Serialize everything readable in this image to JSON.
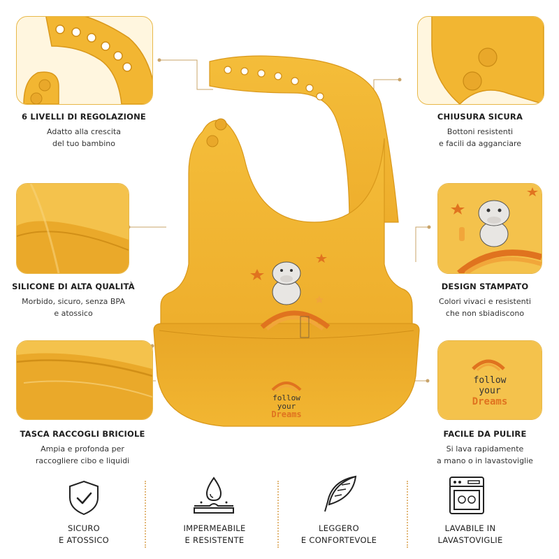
{
  "features": [
    {
      "id": "adjust",
      "title": "6 LIVELLI DI REGOLAZIONE",
      "lines": [
        "Adatto alla crescita",
        "del tuo bambino"
      ]
    },
    {
      "id": "closure",
      "title": "CHIUSURA SICURA",
      "lines": [
        "Bottoni resistenti",
        "e facili da agganciare"
      ]
    },
    {
      "id": "silicone",
      "title": "SILICONE DI ALTA QUALITÀ",
      "lines": [
        "Morbido, sicuro, senza BPA",
        "e atossico"
      ]
    },
    {
      "id": "design",
      "title": "DESIGN STAMPATO",
      "lines": [
        "Colori vivaci e resistenti",
        "che non sbiadiscono"
      ]
    },
    {
      "id": "pocket",
      "title": "TASCA RACCOGLI BRICIOLE",
      "lines": [
        "Ampia e profonda per",
        "raccogliere cibo e liquidi"
      ]
    },
    {
      "id": "clean",
      "title": "FACILE DA PULIRE",
      "lines": [
        "Si lava rapidamente",
        "a mano o in lavastoviglie"
      ]
    }
  ],
  "badges": [
    {
      "icon": "shield-check-icon",
      "lines": [
        "SICURO",
        "E ATOSSICO"
      ]
    },
    {
      "icon": "water-drop-icon",
      "lines": [
        "IMPERMEABILE",
        "E RESISTENTE"
      ]
    },
    {
      "icon": "feather-icon",
      "lines": [
        "LEGGERO",
        "E CONFORTEVOLE"
      ]
    },
    {
      "icon": "dishwasher-icon",
      "lines": [
        "LAVABILE IN",
        "LAVASTOVIGLIE"
      ]
    }
  ],
  "print": {
    "line1": "follow",
    "line2": "your",
    "line3": "Dreams"
  },
  "colors": {
    "bib": "#f2b632",
    "bib_dark": "#d9981b",
    "panel_border": "#e8b84a",
    "accent_orange": "#e0731f",
    "connector": "#c9a46a"
  }
}
